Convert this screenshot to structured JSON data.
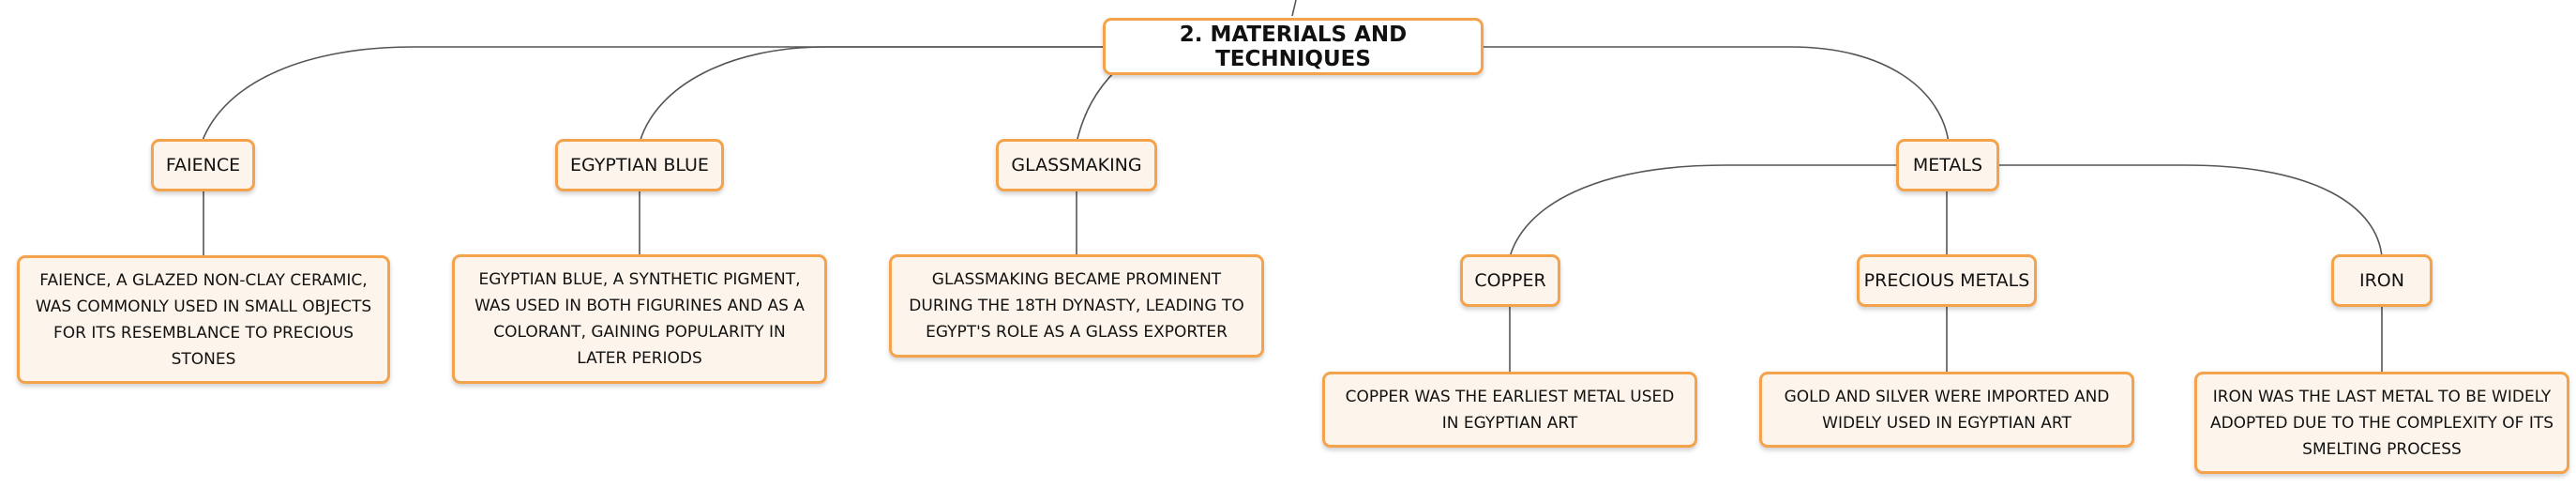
{
  "root": {
    "label": "2. MATERIALS AND TECHNIQUES"
  },
  "topics": {
    "faience": {
      "label": "FAIENCE",
      "detail": "FAIENCE, A GLAZED NON-CLAY CERAMIC, WAS COMMONLY USED IN SMALL OBJECTS FOR ITS RESEMBLANCE TO PRECIOUS STONES"
    },
    "egyptian_blue": {
      "label": "EGYPTIAN BLUE",
      "detail": "EGYPTIAN BLUE, A SYNTHETIC PIGMENT, WAS USED IN BOTH FIGURINES AND AS A COLORANT, GAINING POPULARITY IN LATER PERIODS"
    },
    "glassmaking": {
      "label": "GLASSMAKING",
      "detail": "GLASSMAKING BECAME PROMINENT DURING THE 18TH DYNASTY, LEADING TO EGYPT'S ROLE AS A GLASS EXPORTER"
    },
    "metals": {
      "label": "METALS",
      "children": {
        "copper": {
          "label": "COPPER",
          "detail": "COPPER WAS THE EARLIEST METAL USED IN EGYPTIAN ART"
        },
        "precious_metals": {
          "label": "PRECIOUS METALS",
          "detail": "GOLD AND SILVER WERE IMPORTED AND WIDELY USED IN EGYPTIAN ART"
        },
        "iron": {
          "label": "IRON",
          "detail": "IRON WAS THE LAST METAL TO BE WIDELY ADOPTED DUE TO THE COMPLEXITY OF ITS SMELTING PROCESS"
        }
      }
    }
  },
  "colors": {
    "node_border": "#f4a24b",
    "node_fill": "#fdf5ec",
    "connector": "#555555"
  }
}
